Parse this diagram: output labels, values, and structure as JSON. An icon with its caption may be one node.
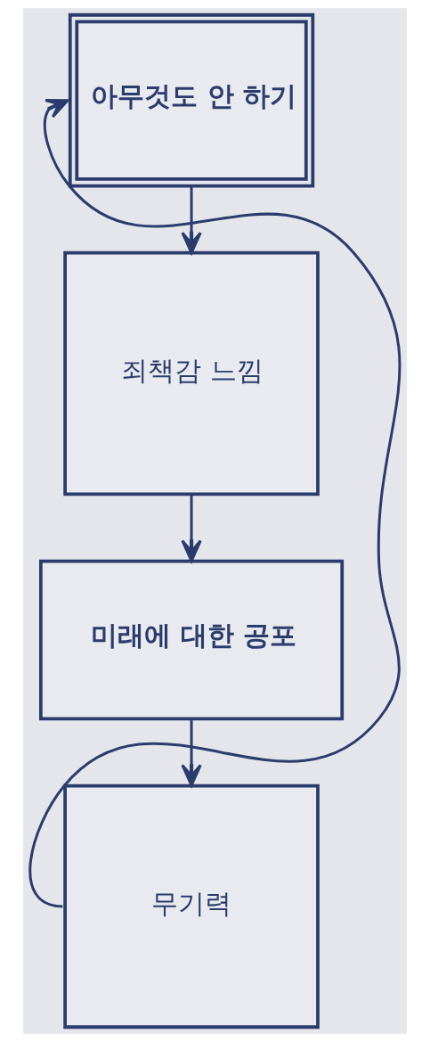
{
  "diagram": {
    "nodes": [
      {
        "text": [
          "아무것도 안 하기"
        ]
      },
      {
        "text": [
          "죄책감 느낌"
        ]
      },
      {
        "text": [
          "미래에 대한 공포"
        ]
      },
      {
        "text": [
          "무기력"
        ]
      }
    ],
    "edges": [
      {
        "from": 0,
        "to": 1,
        "arrow": "to"
      },
      {
        "from": 1,
        "to": 2,
        "arrow": "to"
      },
      {
        "from": 2,
        "to": 3,
        "arrow": "to"
      },
      {
        "from": 3,
        "to": 0,
        "arrow": "to"
      }
    ]
  }
}
